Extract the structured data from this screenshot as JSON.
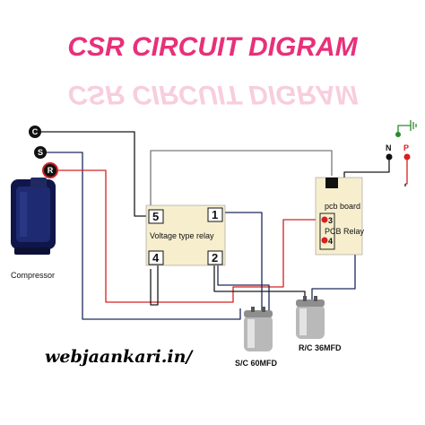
{
  "title": "CSR CIRCUIT DIGRAM",
  "compressor": {
    "label": "Compressor",
    "terminals": [
      {
        "id": "C",
        "text": "C",
        "fill": "#111111",
        "text_color": "#ffffff"
      },
      {
        "id": "S",
        "text": "S",
        "fill": "#111111",
        "text_color": "#ffffff"
      },
      {
        "id": "R",
        "text": "R",
        "fill": "#111111",
        "text_color": "#ffffff",
        "ring": "#d62020"
      }
    ]
  },
  "voltage_relay": {
    "label": "Voltage type relay",
    "terminals": [
      "5",
      "1",
      "4",
      "2"
    ]
  },
  "pcb": {
    "board_label": "pcb board",
    "relay_label": "PCB Relay",
    "terminals": [
      "3",
      "4"
    ]
  },
  "supply": {
    "neutral": "N",
    "phase": "P"
  },
  "capacitors": {
    "start": "S/C 60MFD",
    "run": "R/C 36MFD"
  },
  "watermark": "webjaankari.in/",
  "colors": {
    "title": "#e8307a",
    "wire_black": "#1a1a1a",
    "wire_red": "#d62020",
    "wire_navy": "#1c2a5a",
    "wire_gray": "#7a7a7a",
    "relay_fill": "#f6eecd",
    "ground": "#2c8a2c"
  }
}
